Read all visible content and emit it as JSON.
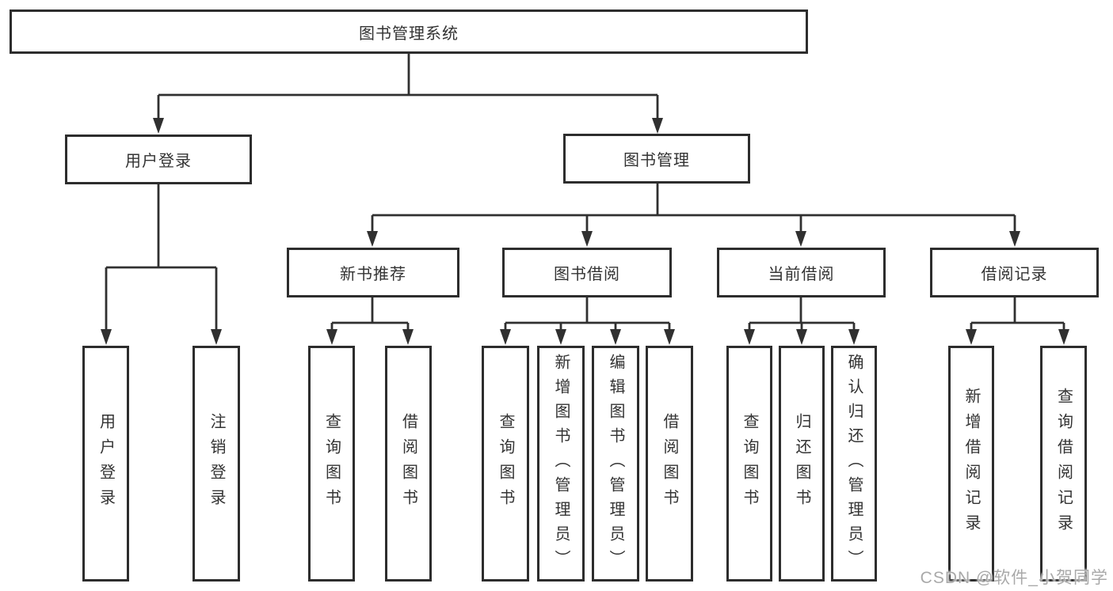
{
  "diagram": {
    "root": "图书管理系统",
    "level2": [
      "用户登录",
      "图书管理"
    ],
    "level3": [
      "新书推荐",
      "图书借阅",
      "当前借阅",
      "借阅记录"
    ],
    "leaves": {
      "user_login": [
        "用户登录",
        "注销登录"
      ],
      "new_book_recommend": [
        "查询图书",
        "借阅图书"
      ],
      "book_borrow": [
        "查询图书",
        "新增图书（管理员）",
        "编辑图书（管理员）",
        "借阅图书"
      ],
      "current_borrow": [
        "查询图书",
        "归还图书",
        "确认归还（管理员）"
      ],
      "borrow_records": [
        "新增借阅记录",
        "查询借阅记录"
      ]
    }
  },
  "watermark": "CSDN @软件_小贺同学",
  "colors": {
    "line": "#303030",
    "box_border": "#2d2d2d",
    "box_fill": "#ffffff",
    "text": "#333333",
    "watermark": "#a9a9a9",
    "background": "#ffffff"
  }
}
